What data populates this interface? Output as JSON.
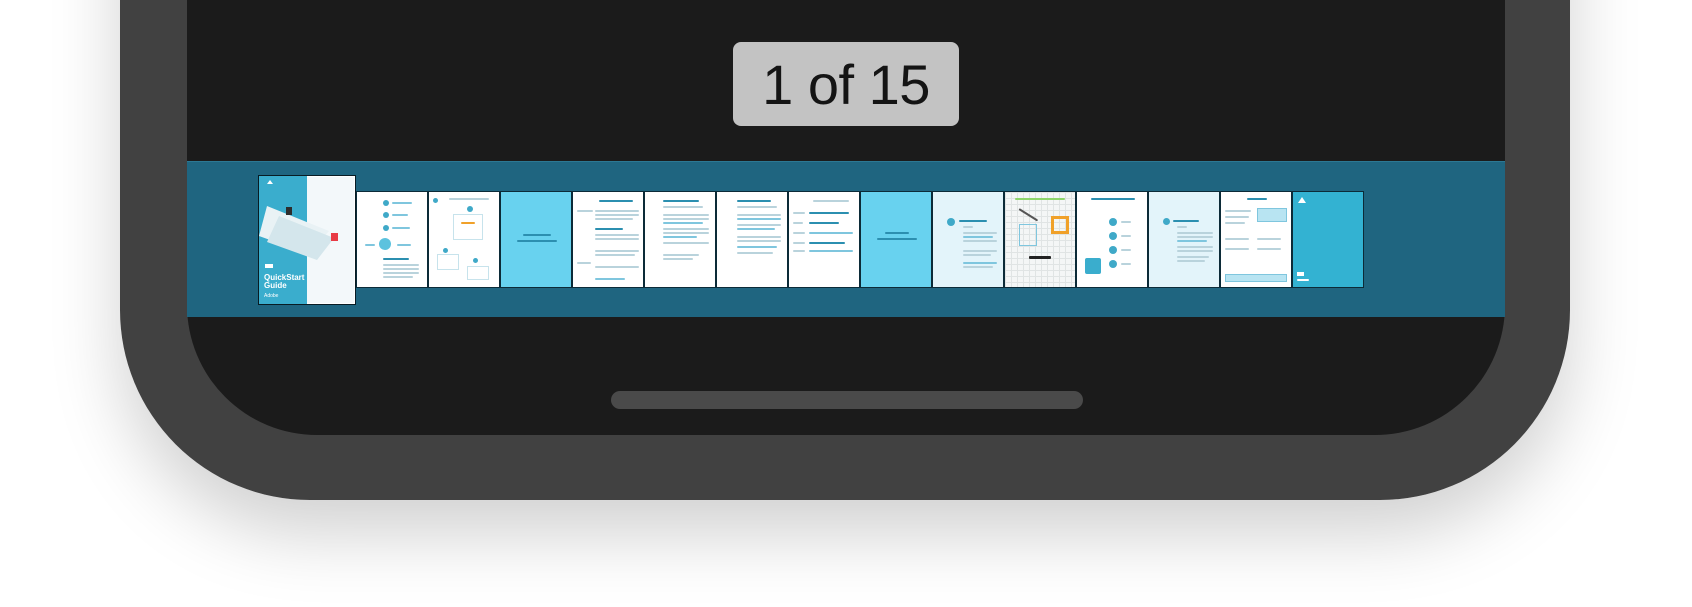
{
  "viewer": {
    "page_indicator": "1 of 15"
  },
  "cover": {
    "title_line1": "QuickStart",
    "title_line2": "Guide",
    "brand": "Adobe"
  },
  "thumbnails": [
    {
      "page": 1,
      "bg": "#ffffff"
    },
    {
      "page": 2,
      "bg": "#ffffff"
    },
    {
      "page": 3,
      "bg": "#ffffff"
    },
    {
      "page": 4,
      "bg": "#68d2ef"
    },
    {
      "page": 5,
      "bg": "#ffffff"
    },
    {
      "page": 6,
      "bg": "#ffffff"
    },
    {
      "page": 7,
      "bg": "#ffffff"
    },
    {
      "page": 8,
      "bg": "#ffffff"
    },
    {
      "page": 9,
      "bg": "#68d2ef"
    },
    {
      "page": 10,
      "bg": "#e3f4fa"
    },
    {
      "page": 11,
      "bg": "#f4f6f6"
    },
    {
      "page": 12,
      "bg": "#ffffff"
    },
    {
      "page": 13,
      "bg": "#e3f4fa"
    },
    {
      "page": 14,
      "bg": "#ffffff"
    },
    {
      "page": 15,
      "bg": "#33b2d2"
    }
  ],
  "colors": {
    "strip": "#1f6580",
    "frame": "#414141",
    "screen": "#1b1b1b",
    "indicator": "#c3c3c3",
    "accent": "#3fa9c8"
  }
}
